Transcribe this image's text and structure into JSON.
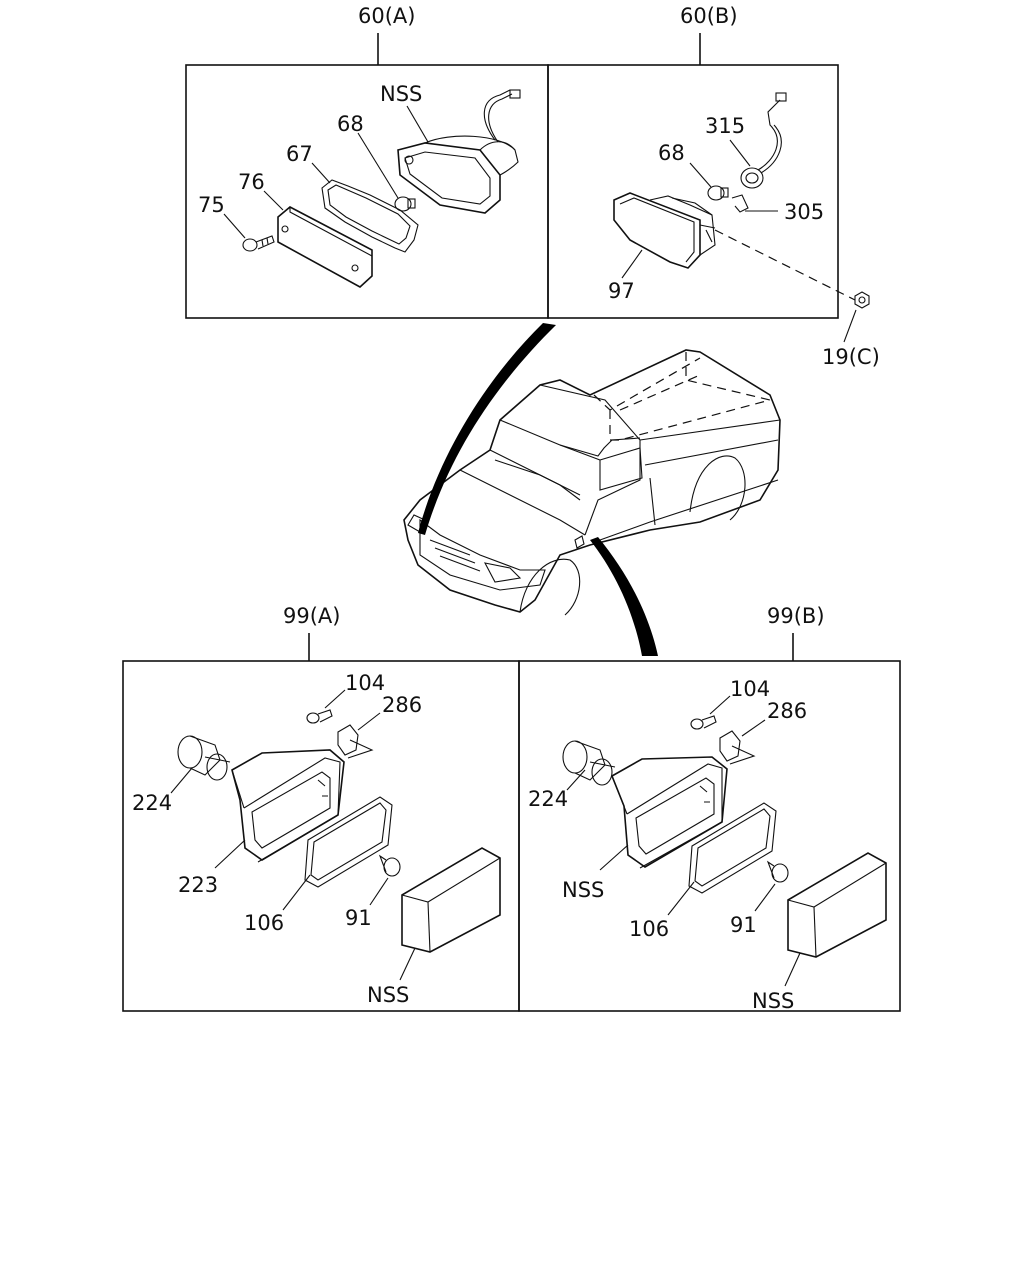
{
  "callouts": {
    "top_left_group": "60(A)",
    "top_right_group": "60(B)",
    "bottom_left_group": "99(A)",
    "bottom_right_group": "99(B)",
    "nut": "19(C)"
  },
  "panel_a": {
    "housing": "NSS",
    "bulb": "68",
    "gasket": "67",
    "lens": "76",
    "screw": "75"
  },
  "panel_b": {
    "socket": "315",
    "bulb": "68",
    "clip": "305",
    "lamp": "97"
  },
  "panel_c": {
    "screw": "104",
    "clip": "286",
    "socket": "224",
    "housing": "223",
    "gasket": "106",
    "bulb": "91",
    "lens": "NSS"
  },
  "panel_d": {
    "screw": "104",
    "clip": "286",
    "socket": "224",
    "housing": "NSS",
    "gasket": "106",
    "bulb": "91",
    "lens": "NSS"
  }
}
